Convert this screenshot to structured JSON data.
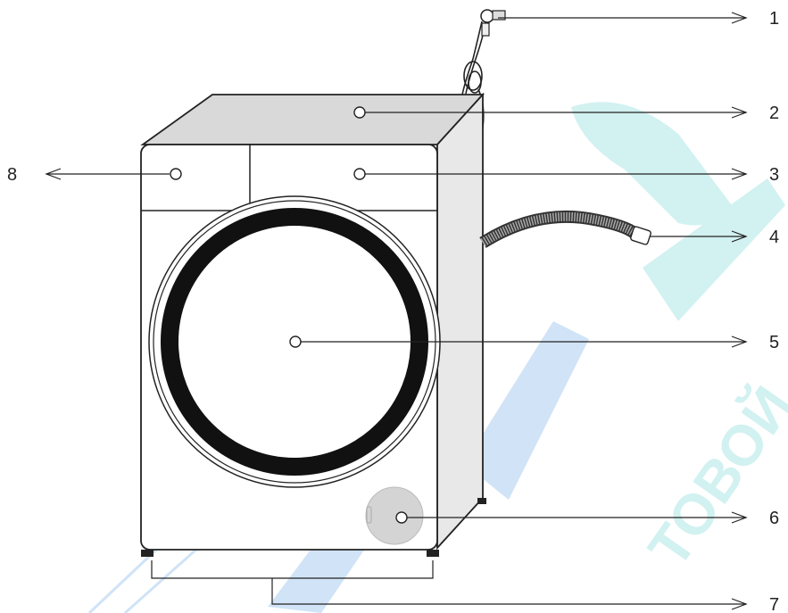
{
  "diagram": {
    "subject": "washing machine parts",
    "callouts": [
      {
        "id": "1",
        "label": "1"
      },
      {
        "id": "2",
        "label": "2"
      },
      {
        "id": "3",
        "label": "3"
      },
      {
        "id": "4",
        "label": "4"
      },
      {
        "id": "5",
        "label": "5"
      },
      {
        "id": "6",
        "label": "6"
      },
      {
        "id": "7",
        "label": "7"
      },
      {
        "id": "8",
        "label": "8"
      }
    ],
    "watermark": {
      "text": "ТОВОЙ",
      "colors": [
        "#7fd6d6",
        "#7ab0e8"
      ]
    },
    "colors": {
      "line": "#222222",
      "top_panel": "#d9d9d9",
      "side_panel": "#e6e6e6",
      "front_panel": "#ffffff",
      "door_ring": "#111111",
      "filter_cover": "#d4d4d4"
    }
  }
}
